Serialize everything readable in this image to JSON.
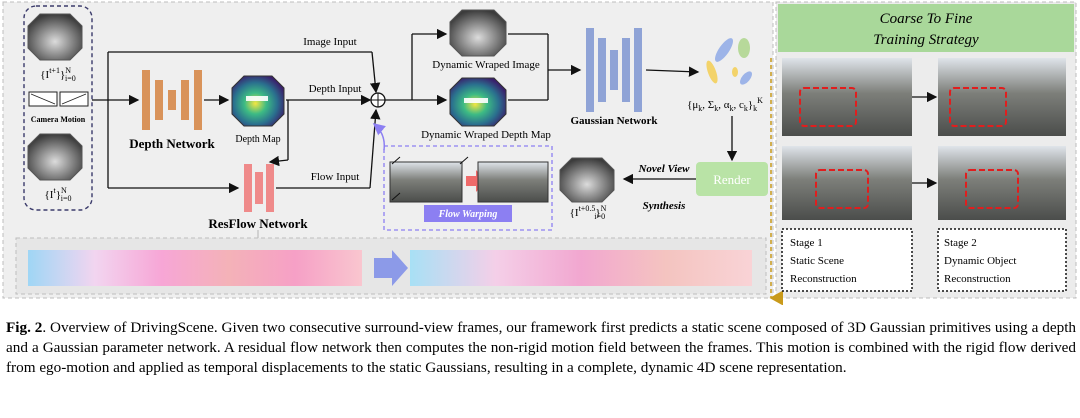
{
  "figure": {
    "input_frames_next": "{I_i^{t+1}}_{i=0}^N",
    "input_frames_current": "{I_i^t}_{i=0}^N",
    "camera_motion": "Camera Motion",
    "depth_network": "Depth Network",
    "depth_map": "Depth Map",
    "resflow_network": "ResFlow Network",
    "image_input": "Image Input",
    "depth_input": "Depth Input",
    "flow_input": "Flow Input",
    "dynamic_warped_image": "Dynamic Wraped Image",
    "dynamic_warped_depth_map": "Dynamic Wraped Depth Map",
    "flow_warping": "Flow Warping",
    "gaussian_network": "Gaussian Network",
    "gaussian_params": "{μ_k, Σ_k, α_k, c_k}_k^K",
    "render": "Render",
    "novel_view_synthesis_line1": "Novel View",
    "novel_view_synthesis_line2": "Synthesis",
    "output_frames": "{I_i^{t+0.5}}_{i=0}^N",
    "strategy_title_line1": "Coarse To Fine",
    "strategy_title_line2": "Training Strategy",
    "stage1": [
      "Stage 1",
      "Static Scene",
      "Reconstruction"
    ],
    "stage2": [
      "Stage 2",
      "Dynamic Object",
      "Reconstruction"
    ]
  },
  "caption": {
    "label": "Fig. 2",
    "text": ". Overview of DrivingScene. Given two consecutive surround-view frames, our framework first predicts a static scene composed of 3D Gaussian primitives using a depth and a Gaussian parameter network. A residual flow network then computes the non-rigid motion field between the frames. This motion is combined with the rigid flow derived from ego-motion and applied as temporal displacements to the static Gaussians, resulting in a complete, dynamic 4D scene representation."
  },
  "colors": {
    "depth_net": "#d9935a",
    "resflow_net": "#ef8a8a",
    "gaussian_net": "#8fa3d6",
    "render_box": "#b9e3a6",
    "strategy_header": "#a9d89a",
    "flow_warping": "#8c7ff2"
  }
}
